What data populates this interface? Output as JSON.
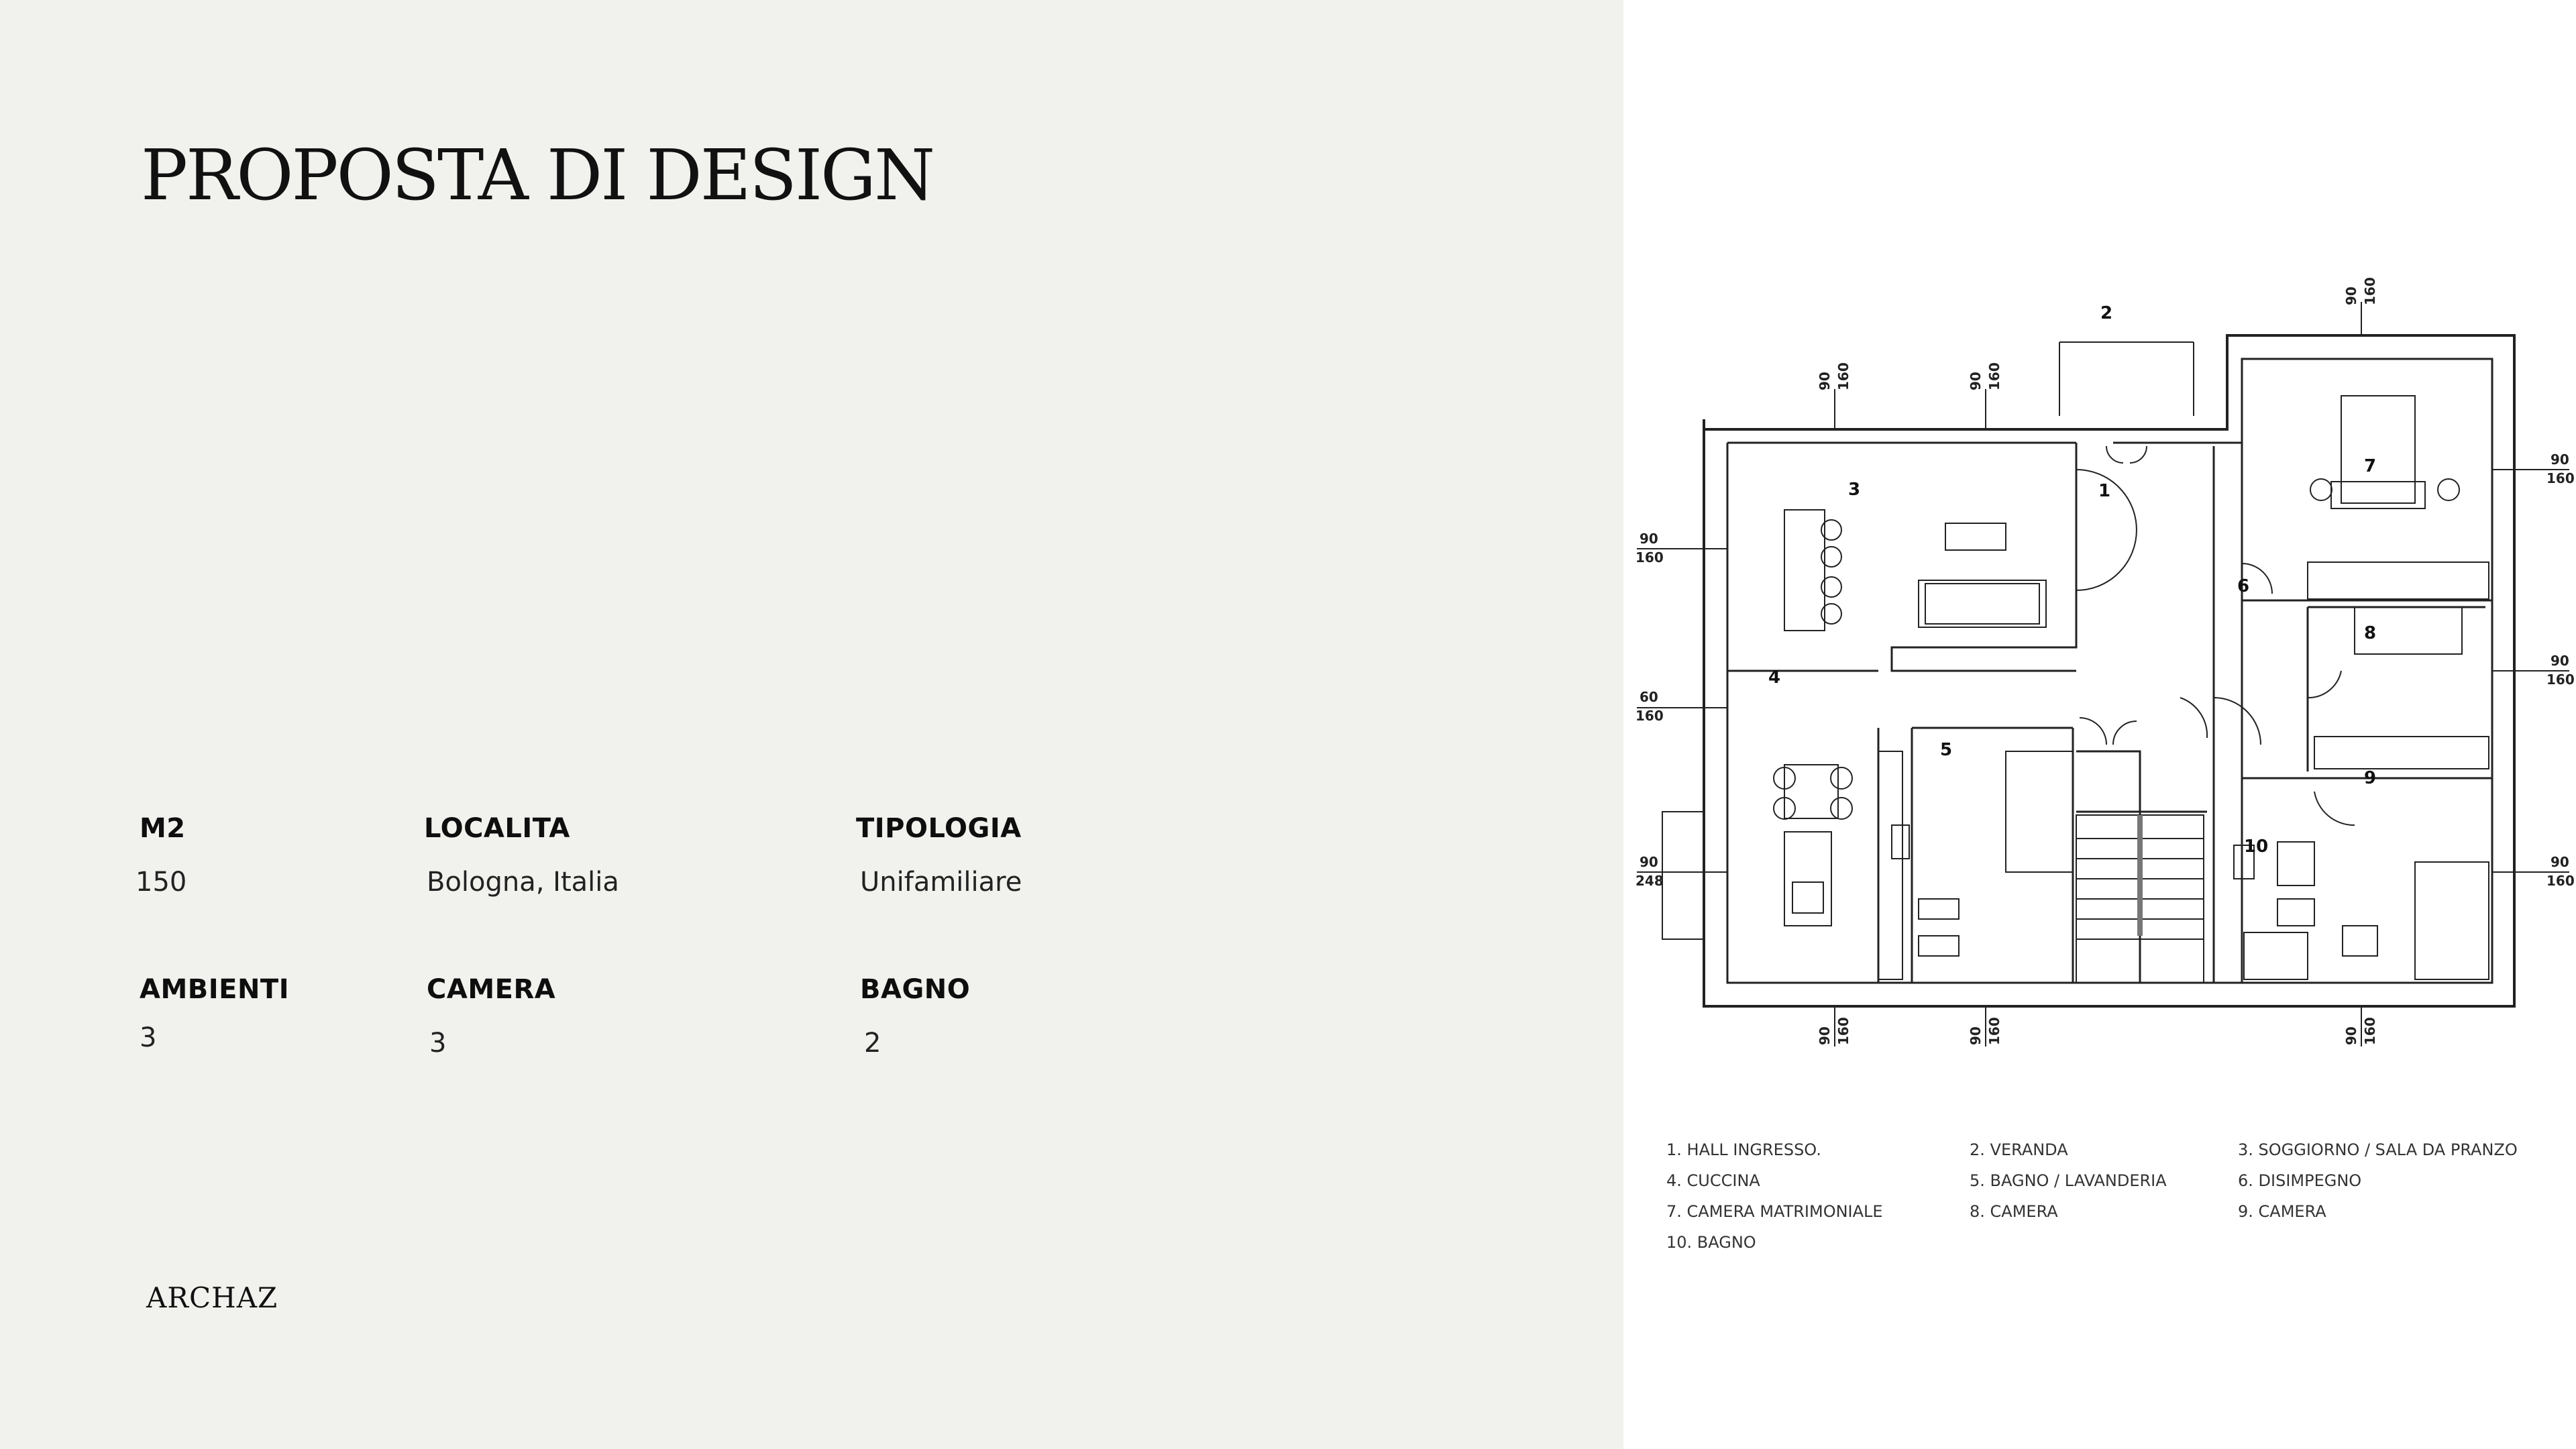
{
  "title": "PROPOSTA DI DESIGN",
  "specs": {
    "m2": {
      "label": "M2",
      "value": "150"
    },
    "localita": {
      "label": "LOCALITA",
      "value": "Bologna, Italia"
    },
    "tipologia": {
      "label": "TIPOLOGIA",
      "value": "Unifamiliare"
    },
    "ambienti": {
      "label": "AMBIENTI",
      "value": "3"
    },
    "camera": {
      "label": "CAMERA",
      "value": "3"
    },
    "bagno": {
      "label": "BAGNO",
      "value": "2"
    }
  },
  "brand": "ARCHAZ",
  "plan": {
    "room_numbers": {
      "r1": "1",
      "r2": "2",
      "r3": "3",
      "r4": "4",
      "r5": "5",
      "r6": "6",
      "r7": "7",
      "r8": "8",
      "r9": "9",
      "r10": "10"
    },
    "windows": {
      "top_a": [
        "90",
        "160"
      ],
      "top_b": [
        "90",
        "160"
      ],
      "top_c": [
        "90",
        "160"
      ],
      "left_a": [
        "90",
        "160"
      ],
      "left_b": [
        "60",
        "160"
      ],
      "left_c": [
        "90",
        "248"
      ],
      "right_a": [
        "90",
        "160"
      ],
      "right_b": [
        "90",
        "160"
      ],
      "right_c": [
        "90",
        "160"
      ],
      "bottom_a": [
        "90",
        "160"
      ],
      "bottom_b": [
        "90",
        "160"
      ],
      "bottom_c": [
        "90",
        "160"
      ]
    }
  },
  "legend": [
    "1. HALL INGRESSO.",
    "2. VERANDA",
    "3. SOGGIORNO / SALA DA PRANZO",
    "4. CUCCINA",
    "5. BAGNO / LAVANDERIA",
    "6. DISIMPEGNO",
    "7. CAMERA MATRIMONIALE",
    "8. CAMERA",
    "9. CAMERA",
    "10. BAGNO"
  ]
}
